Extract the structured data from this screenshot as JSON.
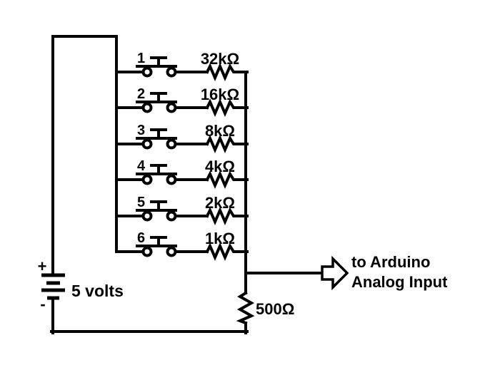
{
  "diagram": {
    "battery": {
      "plus_label": "+",
      "minus_label": "-",
      "voltage_label": "5 volts"
    },
    "rows": [
      {
        "number": "1",
        "resistor": "32kΩ"
      },
      {
        "number": "2",
        "resistor": "16kΩ"
      },
      {
        "number": "3",
        "resistor": "8kΩ"
      },
      {
        "number": "4",
        "resistor": "4kΩ"
      },
      {
        "number": "5",
        "resistor": "2kΩ"
      },
      {
        "number": "6",
        "resistor": "1kΩ"
      }
    ],
    "pulldown_resistor_label": "500Ω",
    "output": {
      "line1": "to Arduino",
      "line2": "Analog Input"
    },
    "colors": {
      "ink": "#000000",
      "background": "#ffffff"
    }
  }
}
